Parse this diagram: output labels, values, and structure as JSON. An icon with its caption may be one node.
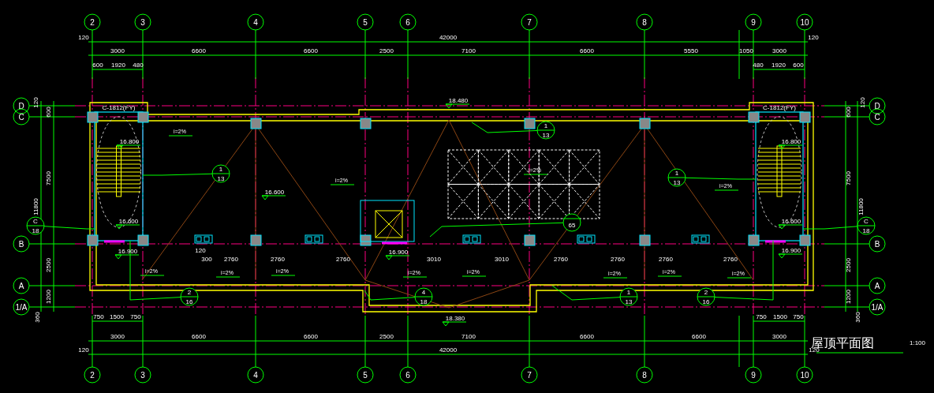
{
  "diagram": {
    "title": "屋顶平面图",
    "nodes": [
      {
        "text": [
          "1",
          "13"
        ]
      },
      {
        "text": [
          "1",
          "13"
        ]
      },
      {
        "text": [
          "1",
          "13"
        ]
      },
      {
        "text": [
          "C",
          "18"
        ]
      },
      {
        "text": [
          "65"
        ]
      },
      {
        "text": [
          "C",
          "18"
        ]
      },
      {
        "text": [
          "2",
          "16"
        ]
      },
      {
        "text": [
          "4",
          "18"
        ]
      },
      {
        "text": [
          "1",
          "13"
        ]
      },
      {
        "text": [
          "2",
          "16"
        ]
      },
      {
        "text": [],
        "shape": "picture",
        "beside": [
          "C-1812(FY)"
        ]
      },
      {
        "text": [],
        "shape": "picture",
        "beside": [
          "C-1812(FY)"
        ]
      }
    ],
    "edges": [
      {
        "from": 0,
        "to": null,
        "arrow": "none"
      },
      {
        "from": 1,
        "to": 10,
        "arrow": "none"
      },
      {
        "from": 2,
        "to": 11,
        "arrow": "none"
      },
      {
        "from": 3,
        "to": 10,
        "arrow": "none"
      },
      {
        "from": 4,
        "to": null,
        "arrow": "none"
      },
      {
        "from": 5,
        "to": 11,
        "arrow": "none"
      },
      {
        "from": 6,
        "to": 10,
        "arrow": "none"
      },
      {
        "from": 7,
        "to": null,
        "arrow": "none"
      },
      {
        "from": 8,
        "to": null,
        "arrow": "none"
      },
      {
        "from": 9,
        "to": 11,
        "arrow": "none"
      }
    ],
    "labels": [
      "2",
      "3",
      "4",
      "5",
      "6",
      "7",
      "8",
      "9",
      "10",
      "120",
      "42000",
      "120",
      "3000",
      "6600",
      "6600",
      "2500",
      "7100",
      "6600",
      "5550",
      "1050",
      "3000",
      "600",
      "1920",
      "480",
      "480",
      "1920",
      "600",
      "D",
      "120",
      "120",
      "D",
      "C",
      "600",
      "18.480",
      "600",
      "C",
      "16.800",
      "i=2%",
      "16.800",
      "7500",
      "7500",
      "i=2%",
      "i=2%",
      "i=2%",
      "11800",
      "11800",
      "16.600",
      "16.600",
      "16.600",
      "B",
      "B",
      "16.900",
      "120",
      "300",
      "2760",
      "2760",
      "2760",
      "16.900",
      "3010",
      "3010",
      "2760",
      "2760",
      "2760",
      "2760",
      "16.900",
      "2500",
      "2500",
      "i=2%",
      "i=2%",
      "i=2%",
      "i=2%",
      "i=2%",
      "i=2%",
      "i=2%",
      "i=2%",
      "A",
      "A",
      "1200",
      "1200",
      "1/A",
      "1/A",
      "360",
      "360",
      "18.380",
      "750",
      "1500",
      "750",
      "750",
      "1500",
      "750",
      "3000",
      "6600",
      "6600",
      "2500",
      "7100",
      "6600",
      "6600",
      "3000",
      "120",
      "42000",
      "120",
      "1:100",
      "2",
      "3",
      "4",
      "5",
      "6",
      "7",
      "8",
      "9",
      "10"
    ]
  }
}
